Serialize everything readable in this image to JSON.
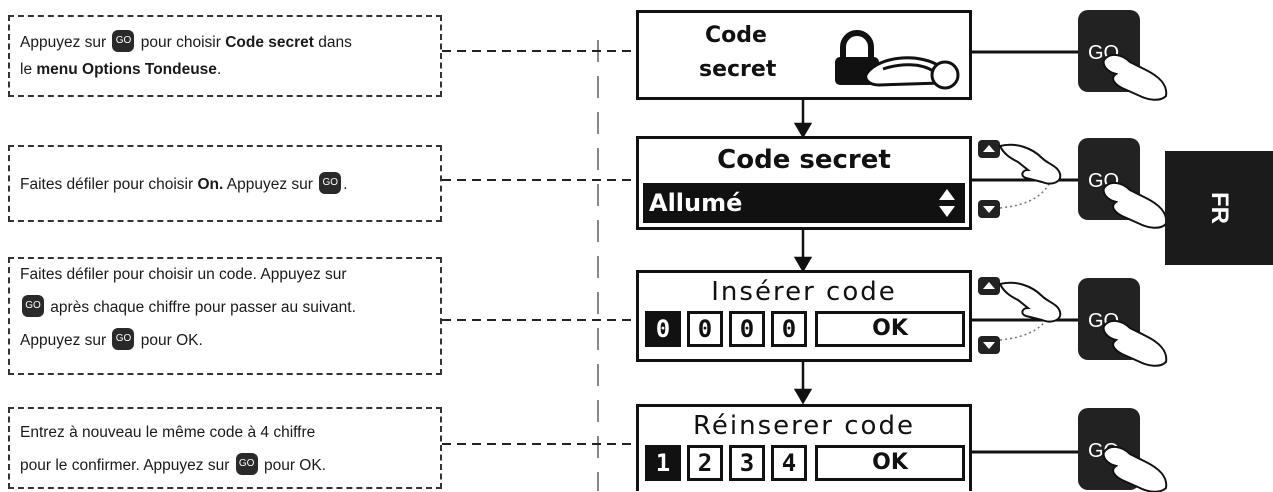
{
  "steps": [
    {
      "line1_pre": "Appuyez sur ",
      "line1_mid": " pour choisir ",
      "line1_bold": "Code secret",
      "line1_post": " dans",
      "line2_pre": "le ",
      "line2_bold": "menu Options Tondeuse",
      "line2_post": "."
    },
    {
      "line1_pre": "Faites défiler pour choisir ",
      "line1_bold": "On.",
      "line1_mid": " Appuyez sur ",
      "line1_post": "."
    },
    {
      "line1": "Faites défiler pour choisir un code. Appuyez sur",
      "line2_post": " après chaque chiffre pour passer au suivant.",
      "line3_pre": "Appuyez sur ",
      "line3_post": " pour OK."
    },
    {
      "line1": "Entrez à nouveau le même code à 4 chiffre",
      "line2_pre": "pour le confirmer. Appuyez sur ",
      "line2_post": " pour OK."
    }
  ],
  "go_label": "GO",
  "screens": {
    "code_secret": {
      "line1": "Code",
      "line2": "secret"
    },
    "on": {
      "title": "Code secret",
      "value": "Allumé"
    },
    "insert": {
      "title": "Insérer code",
      "digits": [
        "0",
        "0",
        "0",
        "0"
      ],
      "ok": "OK"
    },
    "reinsert": {
      "title": "Réinserer code",
      "digits": [
        "1",
        "2",
        "3",
        "4"
      ],
      "ok": "OK"
    }
  },
  "lang_tab": "FR",
  "icons": [
    "lock-icon",
    "mower-icon",
    "hand-icon",
    "arrow-up-icon",
    "arrow-down-icon",
    "scroll-arrows-icon"
  ]
}
